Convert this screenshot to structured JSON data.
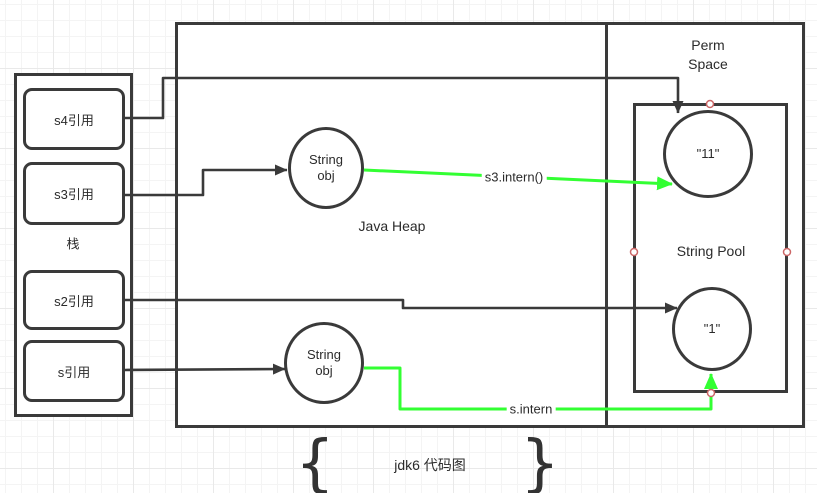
{
  "colors": {
    "stroke": "#3a3a3a",
    "green_edge": "#33ff33",
    "connection_point": "#cc6666"
  },
  "stack": {
    "label": "栈",
    "items": [
      {
        "label": "s4引用"
      },
      {
        "label": "s3引用"
      },
      {
        "label": "s2引用"
      },
      {
        "label": "s引用"
      }
    ]
  },
  "heap": {
    "label": "Java Heap",
    "objects": [
      {
        "label": "String obj"
      },
      {
        "label": "String obj"
      }
    ]
  },
  "perm": {
    "label": "Perm Space",
    "pool": {
      "label": "String Pool",
      "items": [
        {
          "label": "\"11\""
        },
        {
          "label": "\"1\""
        }
      ]
    }
  },
  "edges": {
    "s3_intern_label": "s3.intern()",
    "s_intern_label": "s.intern"
  },
  "caption": {
    "brace_left": "{",
    "text": "jdk6 代码图",
    "brace_right": "}"
  }
}
